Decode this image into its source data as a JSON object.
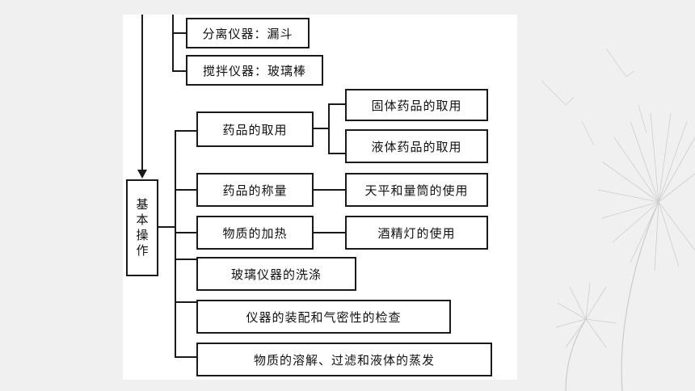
{
  "diagram": {
    "top_items": [
      "分离仪器：漏斗",
      "搅拌仪器：玻璃棒"
    ],
    "root_label": [
      "基",
      "本",
      "操",
      "作"
    ],
    "branches": [
      {
        "label": "药品的取用",
        "children": [
          "固体药品的取用",
          "液体药品的取用"
        ]
      },
      {
        "label": "药品的称量",
        "children": [
          "天平和量筒的使用"
        ]
      },
      {
        "label": "物质的加热",
        "children": [
          "酒精灯的使用"
        ]
      },
      {
        "label": "玻璃仪器的洗涤"
      },
      {
        "label": "仪器的装配和气密性的检查"
      },
      {
        "label": "物质的溶解、过滤和液体的蒸发"
      }
    ]
  },
  "colors": {
    "background": "#f0f0f0",
    "panel": "#ffffff",
    "line": "#1a1a1a",
    "decoration": "#b8b8b8"
  }
}
